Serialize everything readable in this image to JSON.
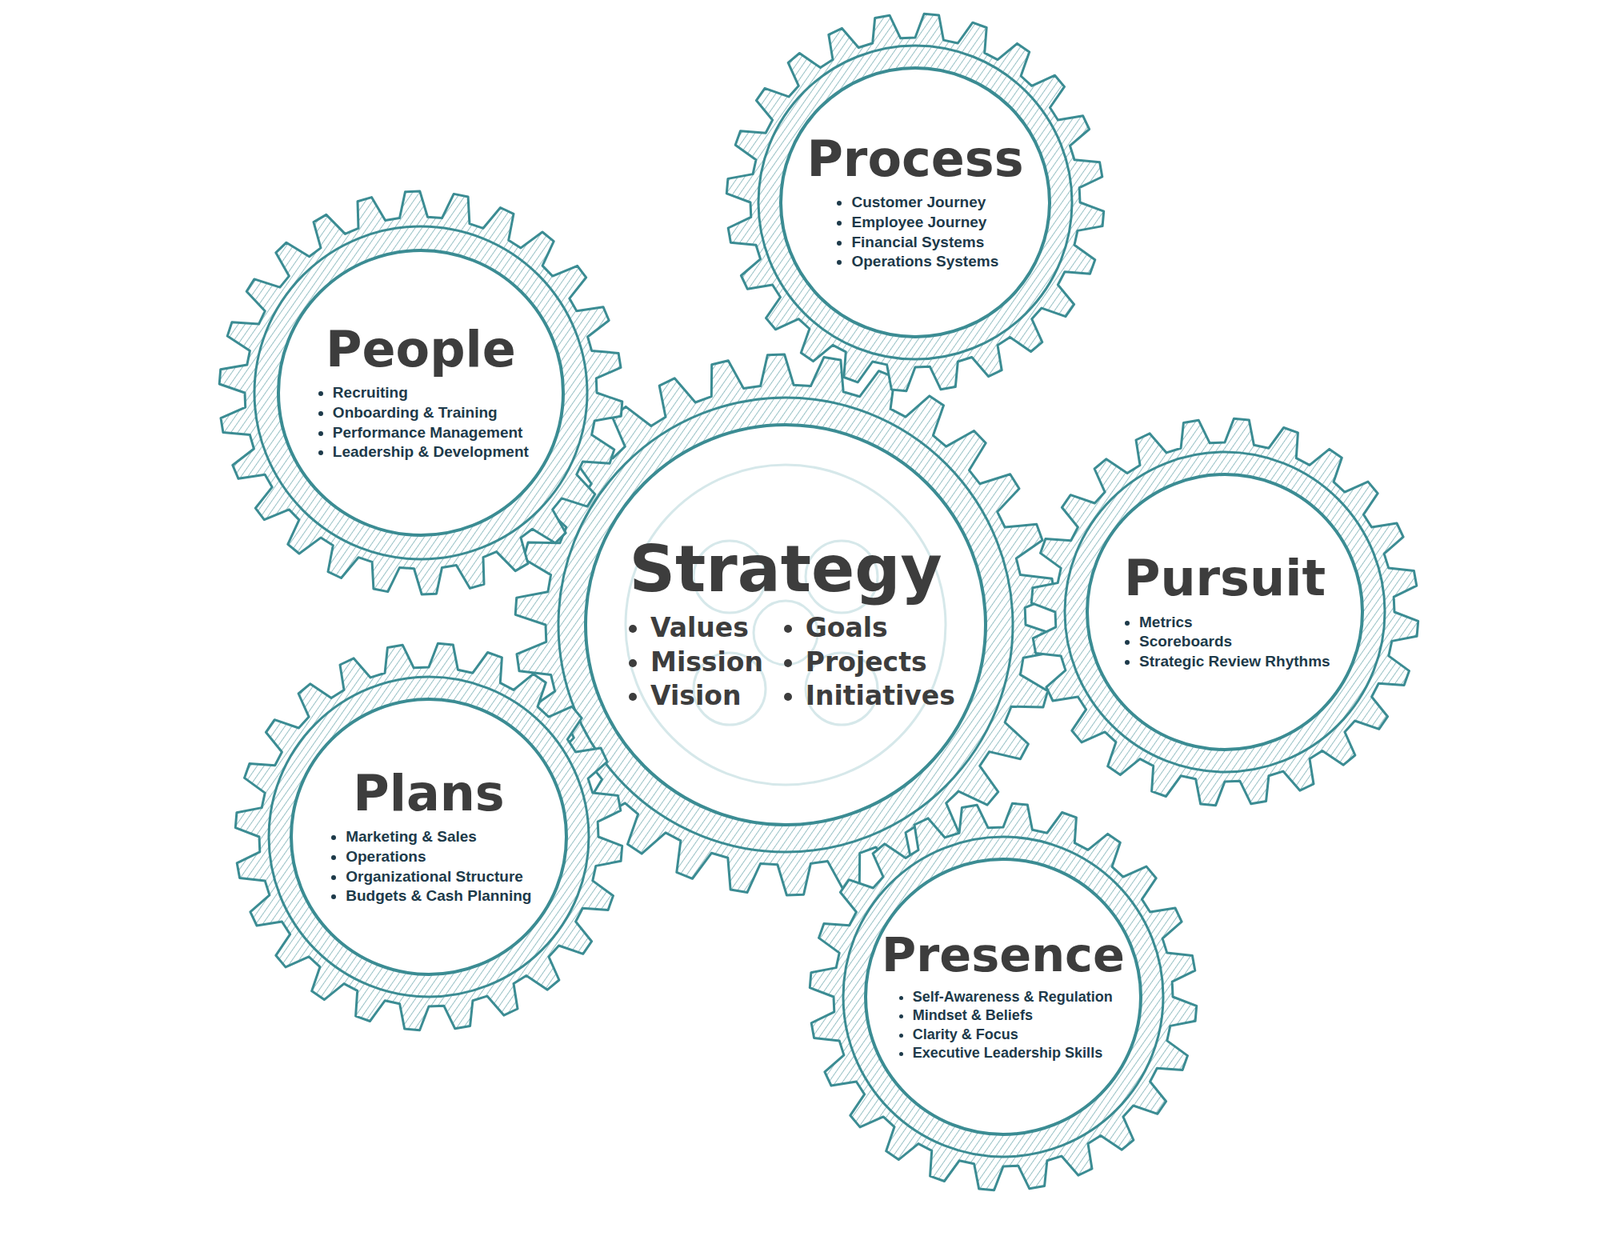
{
  "diagram": {
    "nodes": [
      {
        "text": [
          "Process",
          "Customer Journey",
          "Employee Journey",
          "Financial Systems",
          "Operations Systems"
        ]
      },
      {
        "text": [
          "People",
          "Recruiting",
          "Onboarding & Training",
          "Performance Management",
          "Leadership & Development"
        ]
      },
      {
        "text": [
          "Strategy",
          "Values",
          "Mission",
          "Vision",
          "Goals",
          "Projects",
          "Initiatives"
        ]
      },
      {
        "text": [
          "Pursuit",
          "Metrics",
          "Scoreboards",
          "Strategic Review Rhythms"
        ]
      },
      {
        "text": [
          "Plans",
          "Marketing & Sales",
          "Operations",
          "Organizational Structure",
          "Budgets & Cash Planning"
        ]
      },
      {
        "text": [
          "Presence",
          "Self-Awareness & Regulation",
          "Mindset & Beliefs",
          "Clarity & Focus",
          "Executive Leadership Skills"
        ]
      }
    ]
  }
}
